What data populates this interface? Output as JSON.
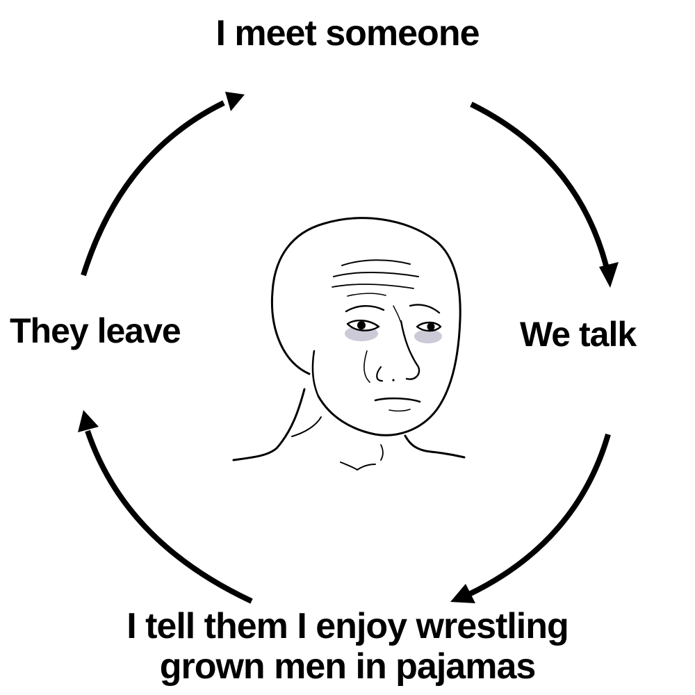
{
  "diagram": {
    "steps": {
      "top": "I meet someone",
      "right": "We talk",
      "bottom_line1": "I tell them I enjoy wrestling",
      "bottom_line2": "grown men in pajamas",
      "left": "They leave"
    },
    "center_image": "sad-wojak-face",
    "arrow_color": "#000000",
    "text_color": "#000000",
    "background": "#ffffff"
  }
}
